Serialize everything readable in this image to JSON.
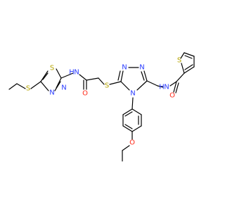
{
  "molecule": {
    "atoms": [
      {
        "id": "S1",
        "text": "S",
        "color": "#b5a400"
      },
      {
        "id": "N_td1",
        "text": "N",
        "color": "#2a3cff"
      },
      {
        "id": "N_td2",
        "text": "N",
        "color": "#2a3cff"
      },
      {
        "id": "S_td",
        "text": "S",
        "color": "#b5a400"
      },
      {
        "id": "N_amide1",
        "text": "N",
        "color": "#2a3cff"
      },
      {
        "id": "H_amide1",
        "text": "H",
        "color": "#2a3cff"
      },
      {
        "id": "O1",
        "text": "O",
        "color": "#ff2a1a"
      },
      {
        "id": "S2",
        "text": "S",
        "color": "#b5a400"
      },
      {
        "id": "N_tr1",
        "text": "N",
        "color": "#2a3cff"
      },
      {
        "id": "N_tr2",
        "text": "N",
        "color": "#2a3cff"
      },
      {
        "id": "N_tr4",
        "text": "N",
        "color": "#2a3cff"
      },
      {
        "id": "N_amide2",
        "text": "N",
        "color": "#2a3cff"
      },
      {
        "id": "H_amide2",
        "text": "H",
        "color": "#2a3cff"
      },
      {
        "id": "O2",
        "text": "O",
        "color": "#ff2a1a"
      },
      {
        "id": "S_th",
        "text": "S",
        "color": "#b5a400"
      },
      {
        "id": "O3",
        "text": "O",
        "color": "#ff2a1a"
      }
    ],
    "colors": {
      "bond": "#000000",
      "nitrogen": "#2a3cff",
      "oxygen": "#ff2a1a",
      "sulfur": "#b5a400"
    }
  }
}
